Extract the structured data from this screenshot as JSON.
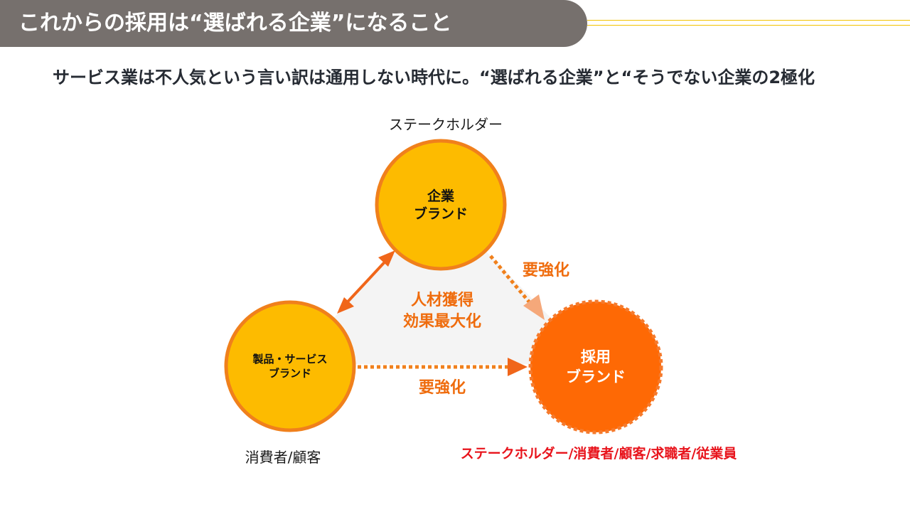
{
  "header": {
    "title": "これからの採用は“選ばれる企業”になること",
    "subtitle": "サービス業は不人気という言い訳は通用しない時代に。“選ばれる企業”と“そうでない企業の2極化"
  },
  "diagram": {
    "nodes": {
      "corporate": {
        "line1": "企業",
        "line2": "ブランド",
        "audience": "ステークホルダー"
      },
      "product": {
        "line1": "製品・サービス",
        "line2": "ブランド",
        "audience": "消費者/顧客"
      },
      "recruit": {
        "line1": "採用",
        "line2": "ブランド",
        "audience": "ステークホルダー/消費者/顧客/求職者/従業員"
      }
    },
    "center": {
      "line1": "人材獲得",
      "line2": "効果最大化"
    },
    "edges": {
      "corporate_to_recruit": "要強化",
      "product_to_recruit": "要強化"
    }
  },
  "colors": {
    "title_bar": "#76706d",
    "yellow_circle": "#fdbb00",
    "orange_border": "#f0801c",
    "recruit_circle": "#fe6905",
    "accent_orange": "#ef6c0d",
    "red_text": "#e8141c"
  }
}
